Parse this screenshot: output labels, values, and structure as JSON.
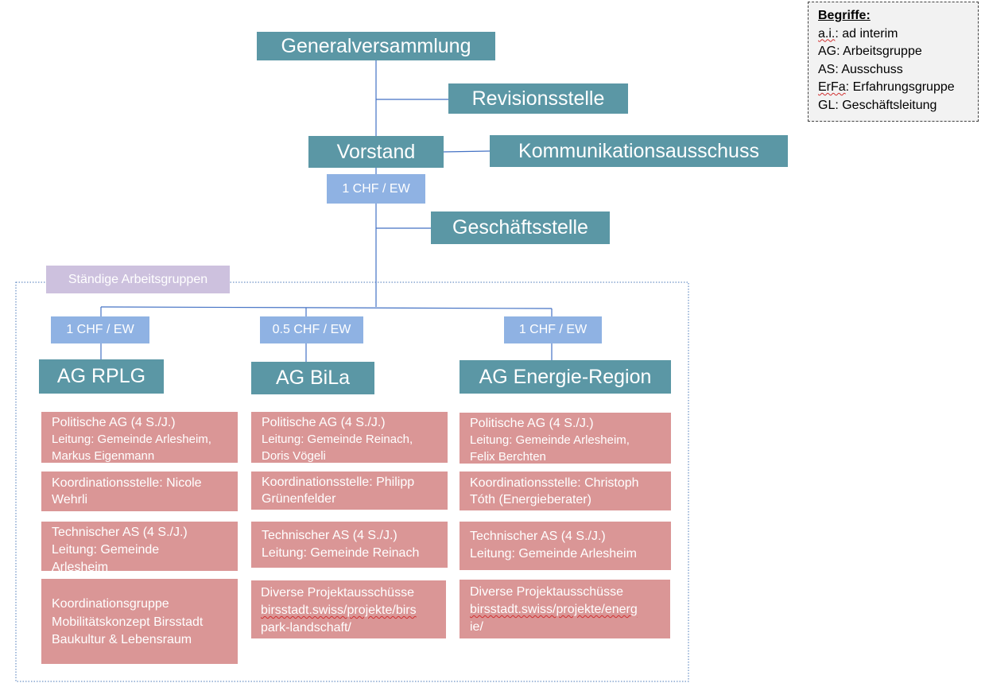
{
  "legend": {
    "title": "Begriffe:",
    "items": [
      {
        "abbr": "a.i.",
        "text": ": ad interim"
      },
      {
        "abbr": "AG",
        "text": ": Arbeitsgruppe"
      },
      {
        "abbr": "AS",
        "text": ": Ausschuss"
      },
      {
        "abbr": "ErFa",
        "text": ": Erfahrungsgruppe"
      },
      {
        "abbr": "GL",
        "text": ": Geschäftsleitung"
      }
    ]
  },
  "org": {
    "generalversammlung": "Generalversammlung",
    "revisionsstelle": "Revisionsstelle",
    "vorstand": "Vorstand",
    "kommunikationsausschuss": "Kommunikationsausschuss",
    "vorstand_fee": "1 CHF / EW",
    "geschaeftsstelle": "Geschäftsstelle",
    "staendige_label": "Ständige Arbeitsgruppen"
  },
  "groups": [
    {
      "fee": "1 CHF / EW",
      "name": "AG RPLG",
      "boxes": [
        [
          "Politische AG (4 S./J.)",
          "Leitung: Gemeinde Arlesheim,",
          "Markus Eigenmann"
        ],
        [
          "Koordinationsstelle: Nicole",
          "Wehrli"
        ],
        [
          "Technischer AS (4 S./J.)",
          "Leitung: Gemeinde",
          "Arlesheim"
        ],
        [
          "Koordinationsgruppe",
          "Mobilitätskonzept Birsstadt",
          "Baukultur & Lebensraum"
        ]
      ]
    },
    {
      "fee": "0.5 CHF / EW",
      "name": "AG BiLa",
      "boxes": [
        [
          "Politische AG (4 S./J.)",
          "Leitung: Gemeinde Reinach,",
          "Doris Vögeli"
        ],
        [
          "Koordinationsstelle: Philipp",
          "Grünenfelder"
        ],
        [
          "Technischer AS (4 S./J.)",
          "Leitung: Gemeinde Reinach"
        ],
        [
          "Diverse Projektausschüsse",
          "birsstadt.swiss/projekte/birs",
          "park-landschaft/"
        ]
      ]
    },
    {
      "fee": "1 CHF / EW",
      "name": "AG Energie-Region",
      "boxes": [
        [
          "Politische AG (4 S./J.)",
          "Leitung: Gemeinde Arlesheim,",
          "Felix Berchten"
        ],
        [
          "Koordinationsstelle: Christoph",
          "Tóth (Energieberater)"
        ],
        [
          "Technischer AS (4 S./J.)",
          "Leitung: Gemeinde Arlesheim"
        ],
        [
          "Diverse Projektausschüsse",
          "birsstadt.swiss/projekte/energ",
          "ie/"
        ]
      ]
    }
  ]
}
